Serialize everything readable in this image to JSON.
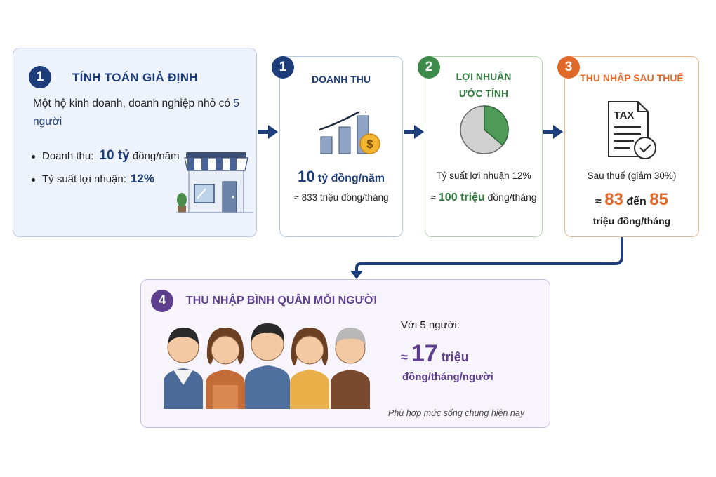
{
  "colors": {
    "navy": "#1d3d7a",
    "green": "#3d8b4a",
    "orange": "#e0692a",
    "purple": "#5d3f8e"
  },
  "assumptions": {
    "badge": "1",
    "title": "TÍNH TOÁN GIẢ ĐỊNH",
    "desc_prefix": "Một hộ kinh doanh, doanh nghiệp nhỏ có ",
    "desc_highlight": "5 người",
    "revenue_label": "Doanh thu:",
    "revenue_value": "10 tỷ",
    "revenue_unit": "đồng/năm",
    "rate_label": "Tỷ suất lợi nhuận:",
    "rate_value": "12%",
    "icon": "shop-icon"
  },
  "revenue": {
    "badge": "1",
    "title": "DOANH THU",
    "main_value": "10",
    "main_unit": "tỷ đồng/năm",
    "sub": "≈ 833 triệu đồng/tháng",
    "icon": "growth-chart-icon"
  },
  "profit": {
    "badge": "2",
    "title_line1": "LỢI NHUẬN",
    "title_line2": "ƯỚC TÍNH",
    "rate": "Tỷ suất lợi nhuận 12%",
    "value_prefix": "≈ ",
    "value": "100 triệu",
    "value_unit": " đồng/tháng",
    "icon": "pie-chart-icon"
  },
  "after_tax": {
    "badge": "3",
    "title": "THU NHẬP SAU THUẾ",
    "icon_text": "TAX",
    "sub": "Sau thuế (giảm 30%)",
    "approx": "≈ ",
    "from": "83",
    "to_word": " đến ",
    "to": "85",
    "unit": "triệu đồng/tháng"
  },
  "per_person": {
    "badge": "4",
    "title": "THU NHẬP BÌNH QUÂN MỖI NGƯỜI",
    "with": "Với 5 người:",
    "approx": "≈ ",
    "value": "17",
    "value_unit": " triệu",
    "unit": "đồng/tháng/người",
    "note": "Phù hợp mức sống chung hiện nay",
    "icon": "family-group-icon"
  }
}
